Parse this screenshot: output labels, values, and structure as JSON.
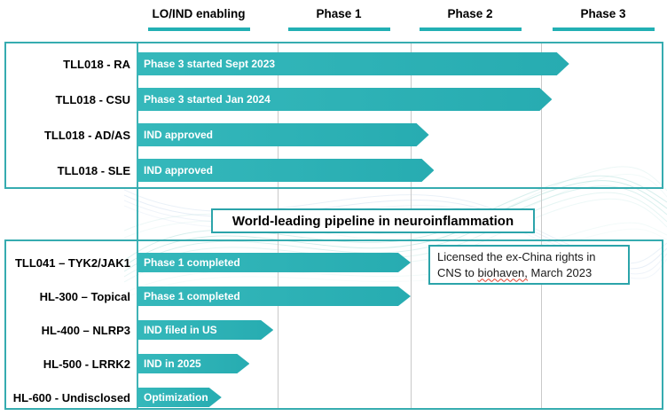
{
  "header": {
    "columns": [
      {
        "label": "LO/IND enabling"
      },
      {
        "label": "Phase 1"
      },
      {
        "label": "Phase 2"
      },
      {
        "label": "Phase 3"
      }
    ]
  },
  "banner": {
    "text": "World-leading pipeline in neuroinflammation"
  },
  "note": {
    "text_before": "Licensed the ex-China rights in CNS to ",
    "misspelled_word": "biohaven,",
    "text_after": " March 2023"
  },
  "colors": {
    "bar_teal": "#2ab2b6",
    "border_teal": "#36acb0",
    "header_underline_teal": "#22b0b4",
    "gridline_gray": "#c9c9c9",
    "misspell_red": "#e0402f"
  },
  "chart_data": {
    "type": "bar",
    "orientation": "horizontal",
    "title": "World-leading pipeline in neuroinflammation",
    "x_axis": {
      "labels": [
        "LO/IND enabling",
        "Phase 1",
        "Phase 2",
        "Phase 3"
      ],
      "range": [
        0,
        4
      ]
    },
    "sections": [
      {
        "name": "upper-pipeline",
        "rows": [
          {
            "label": "TLL018 - RA",
            "bar_label": "Phase 3 started Sept 2023",
            "phase_reached": 3.23
          },
          {
            "label": "TLL018 - CSU",
            "bar_label": "Phase 3 started Jan 2024",
            "phase_reached": 3.09
          },
          {
            "label": "TLL018 - AD/AS",
            "bar_label": "IND approved",
            "phase_reached": 2.14
          },
          {
            "label": "TLL018 - SLE",
            "bar_label": "IND approved",
            "phase_reached": 2.18
          }
        ]
      },
      {
        "name": "neuroinflammation-pipeline",
        "rows": [
          {
            "label": "TLL041 – TYK2/JAK1",
            "bar_label": "Phase 1 completed",
            "phase_reached": 2.0
          },
          {
            "label": "HL-300 – Topical",
            "bar_label": "Phase 1 completed",
            "phase_reached": 2.0
          },
          {
            "label": "HL-400 – NLRP3",
            "bar_label": "IND filed in US",
            "phase_reached": 0.97
          },
          {
            "label": "HL-500 - LRRK2",
            "bar_label": "IND in 2025",
            "phase_reached": 0.8
          },
          {
            "label": "HL-600 - Undisclosed",
            "bar_label": "Optimization",
            "phase_reached": 0.6
          }
        ]
      }
    ]
  }
}
